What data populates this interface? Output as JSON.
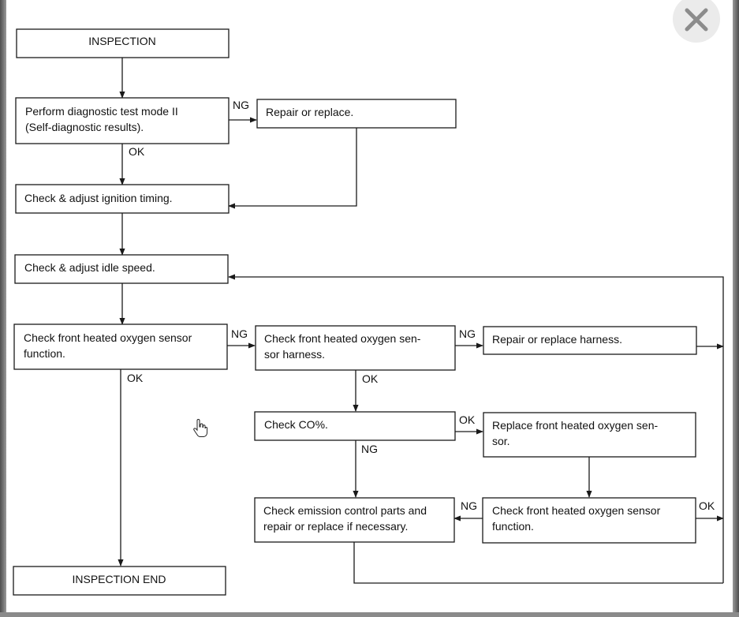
{
  "viewer": {
    "close_icon": "close-icon"
  },
  "flowchart": {
    "nodes": {
      "inspection": [
        "INSPECTION"
      ],
      "diag_test": [
        "Perform diagnostic test mode II",
        "(Self-diagnostic results)."
      ],
      "repair_replace": [
        "Repair or replace."
      ],
      "ignition": [
        "Check & adjust ignition timing."
      ],
      "idle": [
        "Check & adjust idle speed."
      ],
      "front_o2_check": [
        "Check front heated oxygen sensor",
        "function."
      ],
      "o2_harness": [
        "Check front heated oxygen sen-",
        "sor harness."
      ],
      "repair_harness": [
        "Repair or replace harness."
      ],
      "co_check": [
        "Check CO%."
      ],
      "replace_o2": [
        "Replace front heated oxygen sen-",
        "sor."
      ],
      "emission_parts": [
        "Check emission control parts and",
        "repair or replace if necessary."
      ],
      "o2_recheck": [
        "Check front heated oxygen sensor",
        "function."
      ],
      "end": [
        "INSPECTION END"
      ]
    },
    "labels": {
      "ng": "NG",
      "ok": "OK"
    }
  }
}
